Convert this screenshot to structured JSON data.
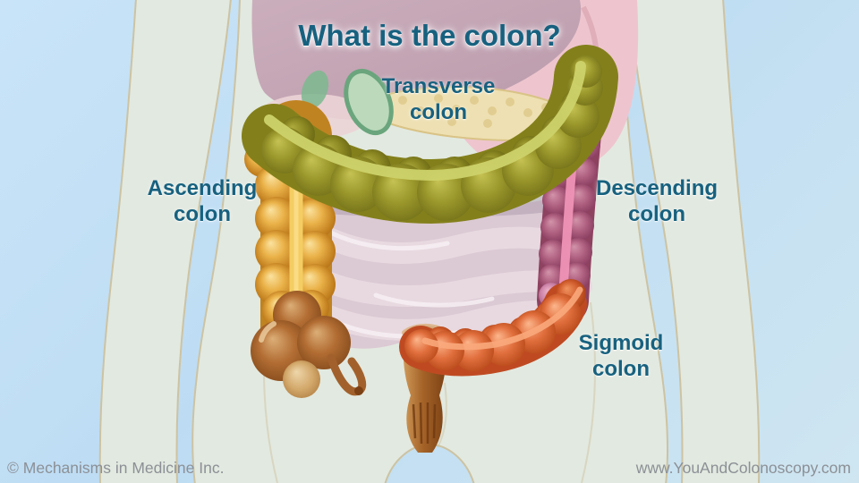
{
  "slide": {
    "title": "What is the colon?",
    "labels": {
      "transverse": {
        "line1": "Transverse",
        "line2": "colon"
      },
      "ascending": {
        "line1": "Ascending",
        "line2": "colon"
      },
      "descending": {
        "line1": "Descending",
        "line2": "colon"
      },
      "sigmoid": {
        "line1": "Sigmoid",
        "line2": "colon"
      }
    },
    "footer": {
      "left": "© Mechanisms in Medicine Inc.",
      "right": "www.YouAndColonoscopy.com"
    },
    "colors": {
      "label_teal": "#17617f",
      "footer_gray": "#8c9096",
      "background_blue": "#c0def4",
      "body_silhouette": "#e2e9e0",
      "body_outline": "#cdc3a2",
      "ascending_colon_gold": "#e0a236",
      "ascending_stripe_yellow": "#f4cd63",
      "transverse_colon_olive": "#9b982c",
      "transverse_stripe_green": "#cdd26a",
      "descending_colon_maroon": "#b06181",
      "descending_stripe_pink": "#ef94b6",
      "sigmoid_colon_orange": "#e2703f",
      "cecum_rectum_brown": "#a96a33",
      "liver_mauve": "#c5a8b7",
      "stomach_pink": "#eec5ce",
      "intestine_pale_pink": "#dbc9d3"
    }
  }
}
